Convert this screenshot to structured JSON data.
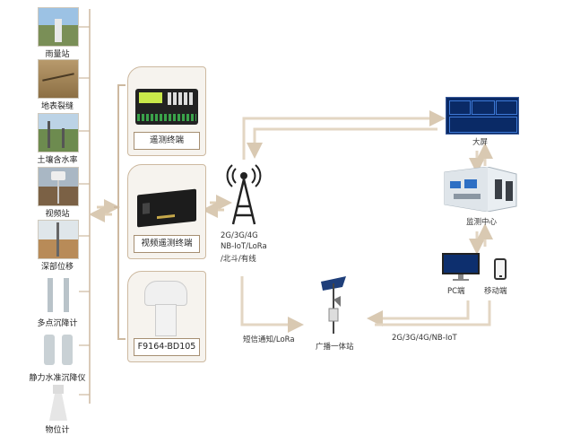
{
  "sensors": [
    {
      "label": "雨量站",
      "icon": "rain-gauge-station-photo"
    },
    {
      "label": "地表裂缝",
      "icon": "surface-crack-photo"
    },
    {
      "label": "土壤含水率",
      "icon": "soil-moisture-photo"
    },
    {
      "label": "视频站",
      "icon": "video-station-photo"
    },
    {
      "label": "深部位移",
      "icon": "deep-displacement-photo"
    },
    {
      "label": "多点沉降计",
      "icon": "multipoint-settlement-photo"
    },
    {
      "label": "静力水准沉降仪",
      "icon": "hydrostatic-level-photo"
    },
    {
      "label": "物位计",
      "icon": "level-meter-photo"
    }
  ],
  "terminals": [
    {
      "label": "遥测终端",
      "icon": "telemetry-terminal-device"
    },
    {
      "label": "视频遥测终端",
      "icon": "video-telemetry-terminal-device"
    },
    {
      "label": "F9164-BD105",
      "icon": "beidou-terminal-device"
    }
  ],
  "tower": {
    "lines": [
      "2G/3G/4G",
      "NB-IoT/LoRa",
      "/北斗/有线"
    ],
    "icon": "radio-tower-icon"
  },
  "sms_label": "短信通知/LoRa",
  "broadcast": {
    "label": "广播一体站",
    "icon": "broadcast-station-icon"
  },
  "network_label": "2G/3G/4G/NB-IoT",
  "big_screen": {
    "label": "大屏",
    "icon": "big-screen-icon"
  },
  "monitor_center": {
    "label": "监测中心",
    "icon": "monitoring-center-icon"
  },
  "pc": {
    "label": "PC端",
    "icon": "pc-icon"
  },
  "mobile": {
    "label": "移动端",
    "icon": "mobile-phone-icon"
  },
  "colors": {
    "arrow": "#e3d6c3",
    "bracket": "#cdb9a0",
    "screen_blue": "#0a2a66"
  }
}
